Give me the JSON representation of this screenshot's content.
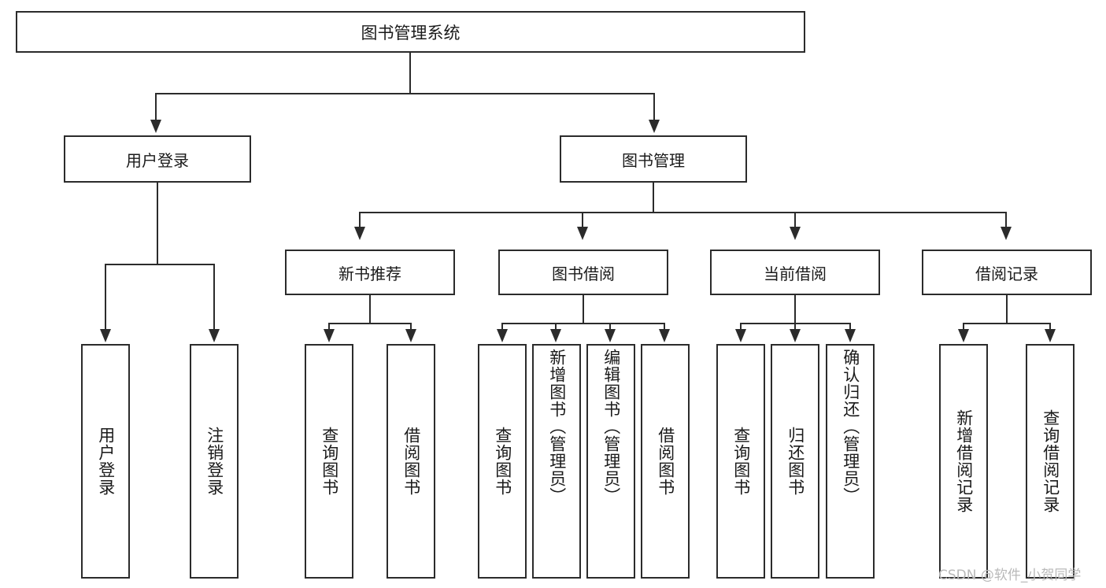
{
  "diagram": {
    "title": "图书管理系统",
    "type": "hierarchy-tree",
    "root": {
      "label": "图书管理系统"
    },
    "tier2": [
      {
        "label": "用户登录"
      },
      {
        "label": "图书管理"
      }
    ],
    "tier3": [
      {
        "label": "新书推荐"
      },
      {
        "label": "图书借阅"
      },
      {
        "label": "当前借阅"
      },
      {
        "label": "借阅记录"
      }
    ],
    "leaves": {
      "user_login": [
        {
          "label": "用户登录"
        },
        {
          "label": "注销登录"
        }
      ],
      "new_book_recommend": [
        {
          "label": "查询图书"
        },
        {
          "label": "借阅图书"
        }
      ],
      "book_borrow": [
        {
          "label": "查询图书"
        },
        {
          "label": "新增图书（管理员）"
        },
        {
          "label": "编辑图书（管理员）"
        },
        {
          "label": "借阅图书"
        }
      ],
      "current_borrow": [
        {
          "label": "查询图书"
        },
        {
          "label": "归还图书"
        },
        {
          "label": "确认归还（管理员）"
        }
      ],
      "borrow_record": [
        {
          "label": "新增借阅记录"
        },
        {
          "label": "查询借阅记录"
        }
      ]
    }
  },
  "watermark": {
    "text": "CSDN @软件_小贺同学"
  },
  "colors": {
    "stroke": "#2b2b2b",
    "background": "#ffffff",
    "text": "#1a1a1a",
    "watermark": "#b9b9b9"
  }
}
